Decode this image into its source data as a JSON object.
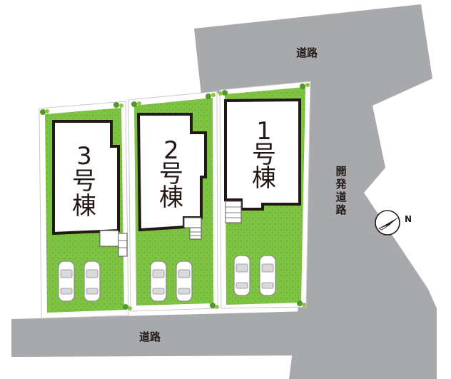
{
  "roads": {
    "north": "道路",
    "south": "道路",
    "east_vertical": [
      "開",
      "発",
      "道",
      "路"
    ]
  },
  "houses": [
    {
      "id": "1",
      "number": "1",
      "suffix_1": "号",
      "suffix_2": "棟"
    },
    {
      "id": "2",
      "number": "2",
      "suffix_1": "号",
      "suffix_2": "棟"
    },
    {
      "id": "3",
      "number": "3",
      "suffix_1": "号",
      "suffix_2": "棟"
    }
  ],
  "compass": {
    "letter": "N",
    "icon": "compass-icon"
  },
  "colors": {
    "road": "#a7a9ac",
    "lawn": "#7dc242",
    "lawn_dark": "#5aa62a",
    "house_outline": "#231815"
  },
  "parking": {
    "cars_per_lot": 2,
    "icon": "car-icon"
  }
}
